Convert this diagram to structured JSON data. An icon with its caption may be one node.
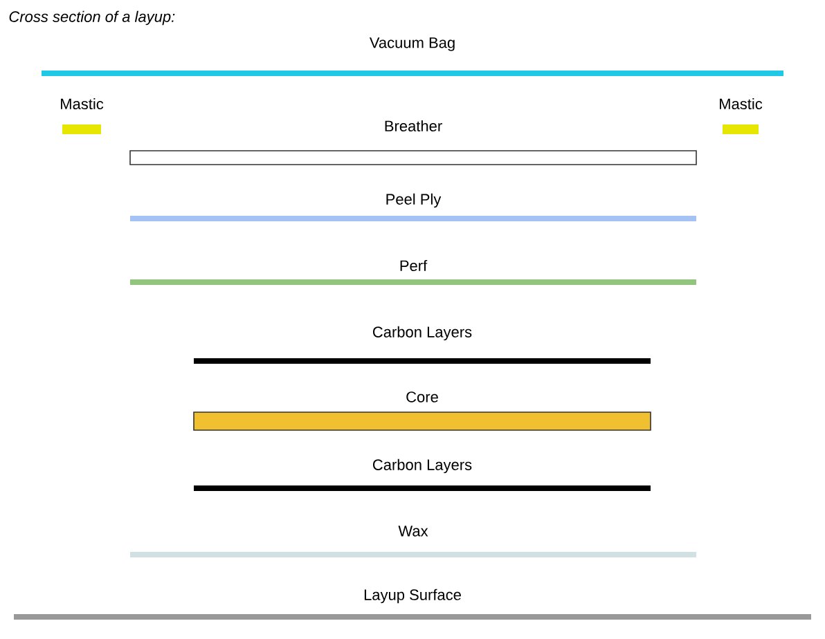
{
  "diagram": {
    "title": "Cross section of a layup:",
    "nodes": [
      {
        "text": [
          "Vacuum Bag"
        ]
      },
      {
        "text": [
          "Mastic"
        ]
      },
      {
        "text": [
          "Mastic"
        ]
      },
      {
        "text": [
          "Breather"
        ]
      },
      {
        "text": [
          "Peel Ply"
        ]
      },
      {
        "text": [
          "Perf"
        ]
      },
      {
        "text": [
          "Carbon Layers"
        ]
      },
      {
        "text": [
          "Core"
        ]
      },
      {
        "text": [
          "Carbon Layers"
        ]
      },
      {
        "text": [
          "Wax"
        ]
      },
      {
        "text": [
          "Layup Surface"
        ]
      }
    ]
  }
}
